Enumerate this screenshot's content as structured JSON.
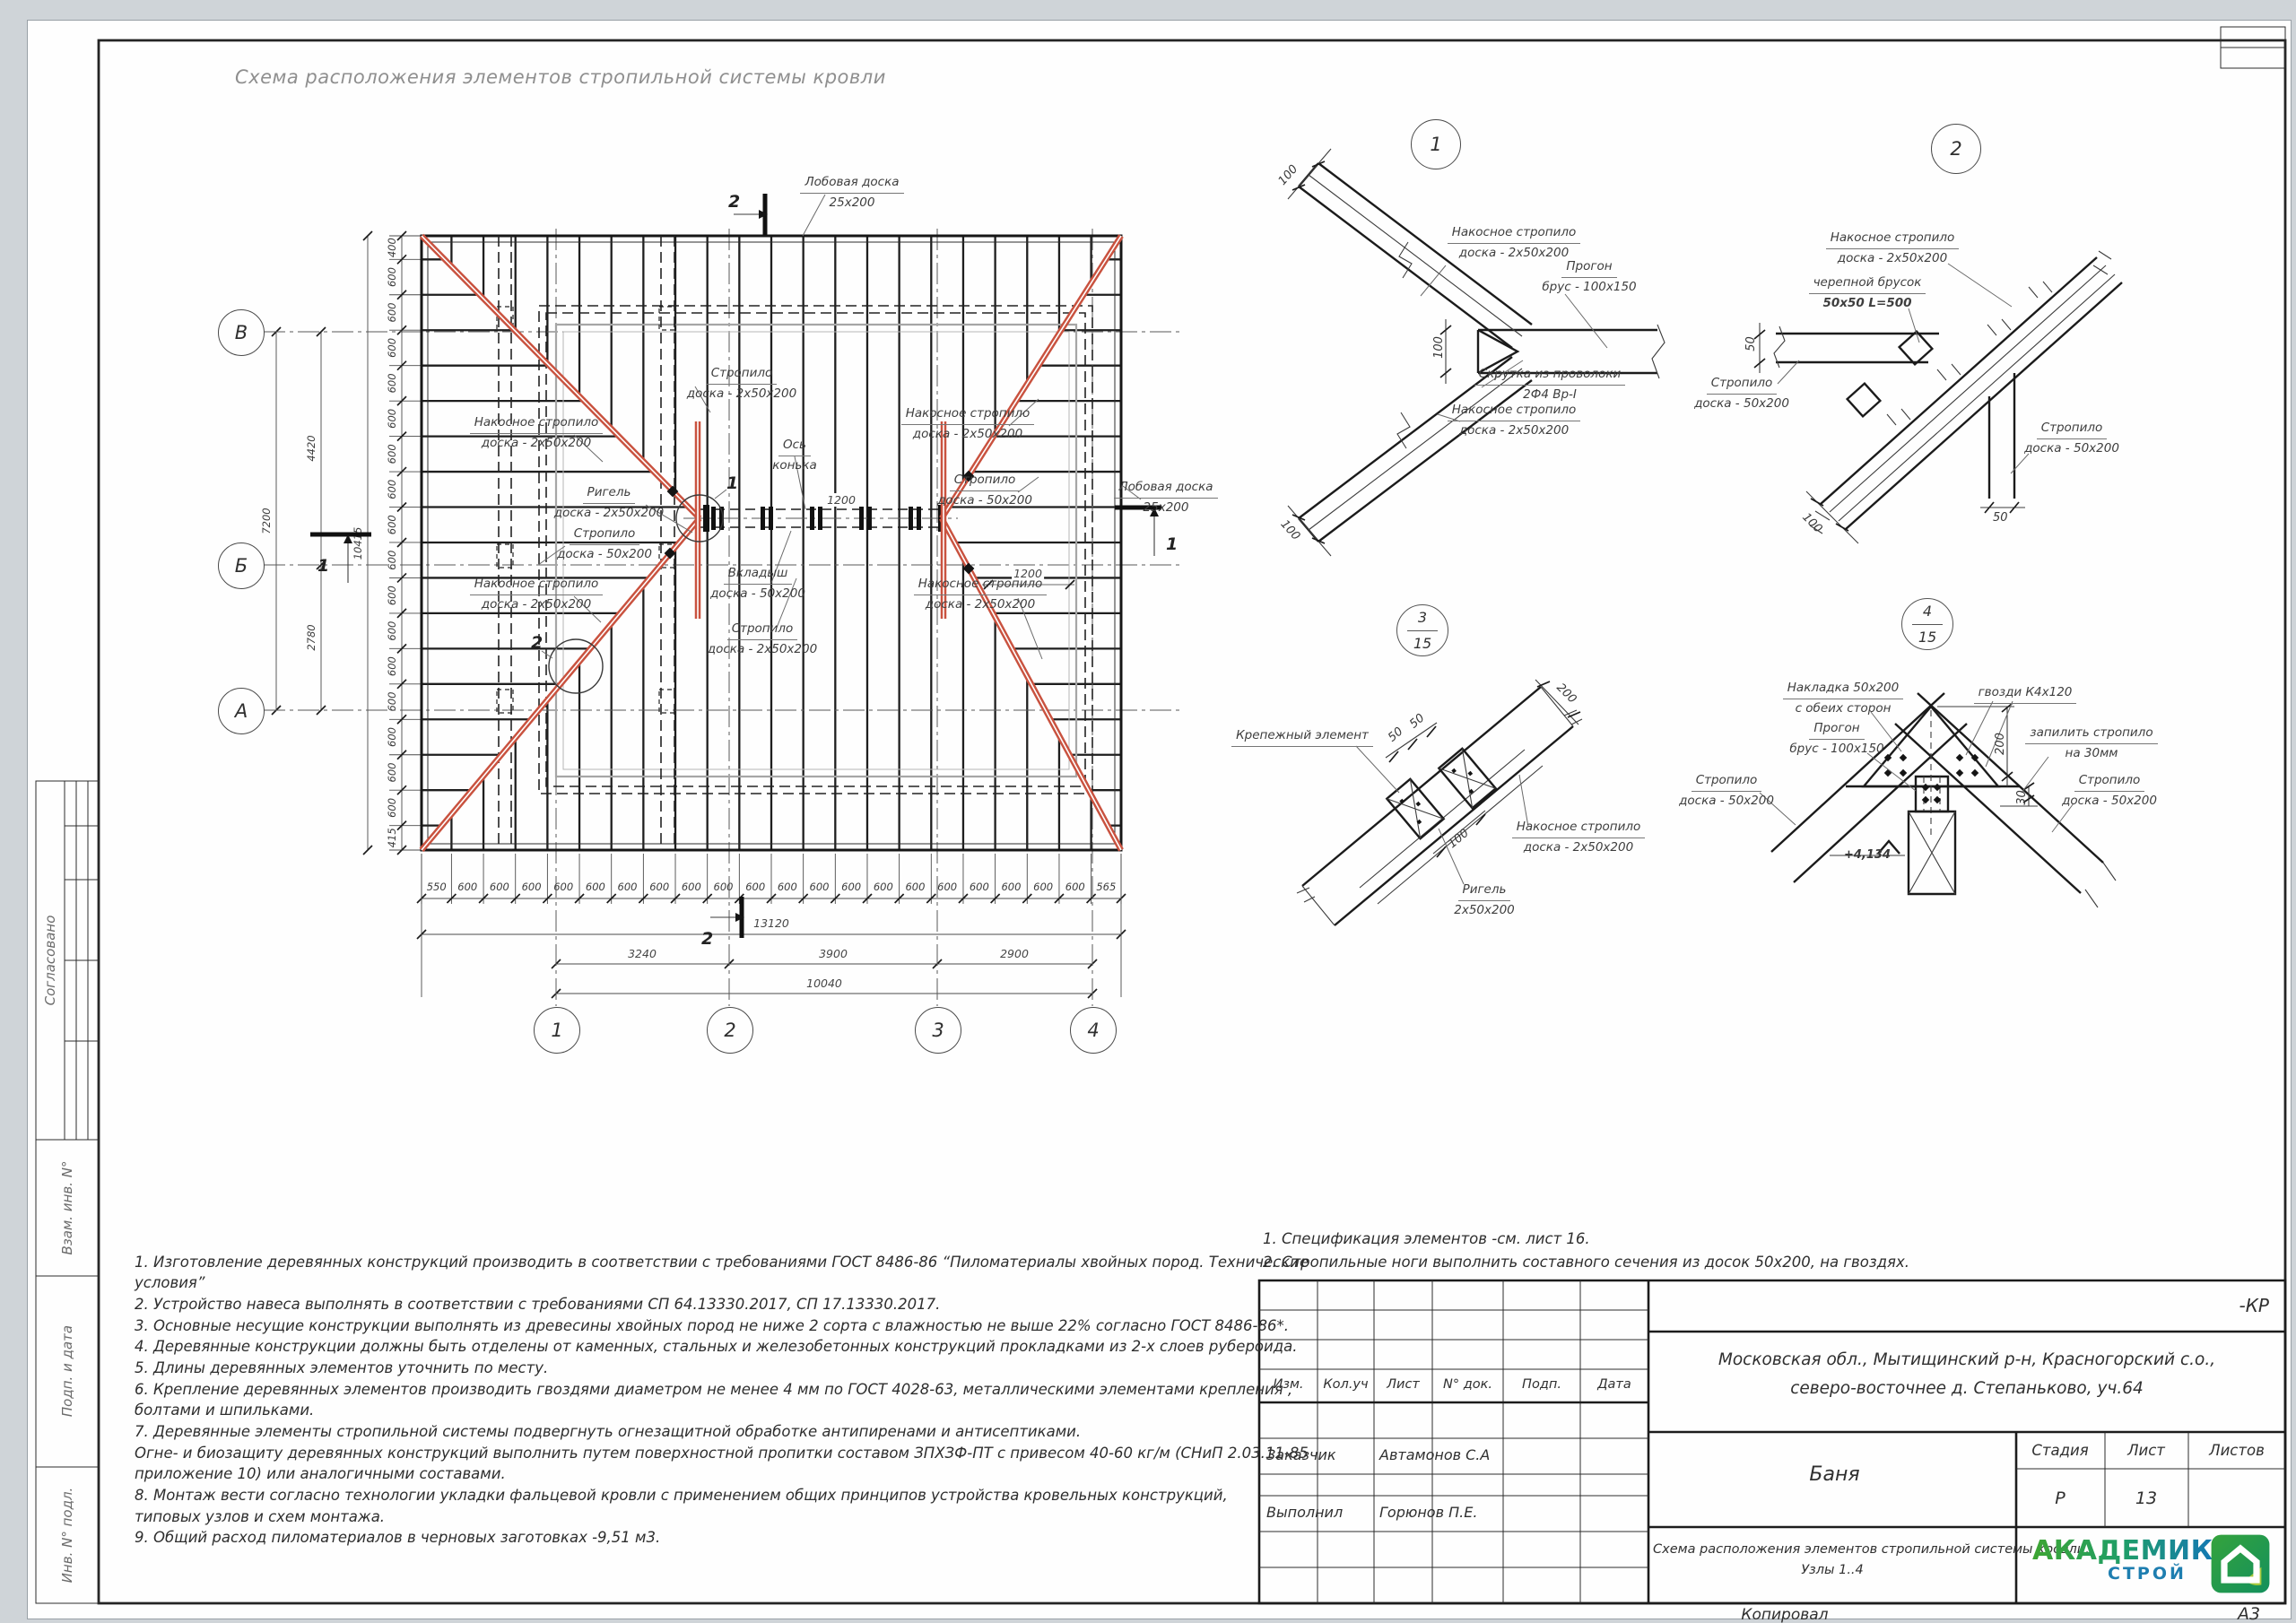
{
  "sheet": {
    "title": "Схема расположения элементов стропильной системы кровли",
    "copied": "Копировал",
    "format": "А3",
    "doc_code": "-КР"
  },
  "sidebar": {
    "approved": "Согласовано",
    "subst": "Взам. инв. N°",
    "sign_date": "Подп. и дата",
    "inv_no": "Инв. N° подл."
  },
  "plan": {
    "axes_rows": [
      "В",
      "Б",
      "А"
    ],
    "axes_cols": [
      "1",
      "2",
      "3",
      "4"
    ],
    "section_top": "2",
    "section_bottom": "2",
    "section_left": "1",
    "section_right": "1",
    "node1": "1",
    "node2": "2",
    "dim_left": [
      "400",
      "600",
      "600",
      "600",
      "600",
      "600",
      "600",
      "600",
      "600",
      "600",
      "600",
      "600",
      "600",
      "600",
      "600",
      "600",
      "600",
      "415"
    ],
    "dim_left_total": "10415",
    "dim_v_segments": [
      "4420",
      "2780"
    ],
    "dim_v_total": "7200",
    "dim_bottom": [
      "550",
      "600",
      "600",
      "600",
      "600",
      "600",
      "600",
      "600",
      "600",
      "600",
      "600",
      "600",
      "600",
      "600",
      "600",
      "600",
      "600",
      "600",
      "600",
      "600",
      "600",
      "565"
    ],
    "dim_bottom_total": "13120",
    "dim_axis_segments": [
      "3240",
      "3900",
      "2900"
    ],
    "dim_axis_total": "10040",
    "dim_1200_left": "1200",
    "dim_1200_right": "1200",
    "labels": [
      {
        "l1": "Стропило",
        "l2": "доска - 2х50х200"
      },
      {
        "l1": "Накосное стропило",
        "l2": "доска - 2х50х200"
      },
      {
        "l1": "Ось",
        "l2": "конька"
      },
      {
        "l1": "Ригель",
        "l2": "доска - 2х50х200"
      },
      {
        "l1": "Стропило",
        "l2": "доска - 50х200"
      },
      {
        "l1": "Накосное стропило",
        "l2": "доска - 2х50х200"
      },
      {
        "l1": "Вкладыш",
        "l2": "доска - 50х200"
      },
      {
        "l1": "Стропило",
        "l2": "доска - 2х50х200"
      },
      {
        "l1": "Накосное стропило",
        "l2": "доска - 2х50х200"
      },
      {
        "l1": "Стропило",
        "l2": "доска - 50х200"
      },
      {
        "l1": "Лобовая доска",
        "l2": "25х200"
      },
      {
        "l1": "Лобовая доска",
        "l2": "25х200"
      },
      {
        "l1": "Накосное стропило",
        "l2": "доска - 2х50х200"
      }
    ]
  },
  "details": [
    {
      "num": "1",
      "labels": [
        {
          "l1": "Накосное стропило",
          "l2": "доска - 2х50х200"
        },
        {
          "l1": "Прогон",
          "l2": "брус - 100х150"
        },
        {
          "l1": "Скрутка из проволоки",
          "l2": "2Ф4 Вр-I"
        },
        {
          "l1": "Накосное стропило",
          "l2": "доска - 2х50х200"
        }
      ],
      "dims": [
        "100",
        "100",
        "100"
      ]
    },
    {
      "num": "2",
      "labels": [
        {
          "l1": "Накосное стропило",
          "l2": "доска - 2х50х200"
        },
        {
          "l1": "черепной брусок",
          "l2": "50х50 L=500"
        },
        {
          "l1": "Стропило",
          "l2": "доска - 50х200"
        },
        {
          "l1": "Стропило",
          "l2": "доска - 50х200"
        }
      ],
      "dims": [
        "50",
        "100",
        "50"
      ]
    },
    {
      "num": "3",
      "sheet": "15",
      "labels": [
        {
          "l1": "Крепежный элемент",
          "l2": ""
        },
        {
          "l1": "Накосное стропило",
          "l2": "доска - 2х50х200"
        },
        {
          "l1": "Ригель",
          "l2": "2х50х200"
        }
      ],
      "dims": [
        "50",
        "50",
        "200",
        "100"
      ]
    },
    {
      "num": "4",
      "sheet": "15",
      "labels": [
        {
          "l1": "Накладка 50х200",
          "l2": "с обеих сторон"
        },
        {
          "l1": "гвозди К4х120",
          "l2": ""
        },
        {
          "l1": "Прогон",
          "l2": "брус - 100х150"
        },
        {
          "l1": "запилить стропило",
          "l2": "на 30мм"
        },
        {
          "l1": "Стропило",
          "l2": "доска - 50х200"
        },
        {
          "l1": "Стропило",
          "l2": "доска - 50х200"
        }
      ],
      "dims": [
        "200",
        "30"
      ],
      "elevation": "+4,134"
    }
  ],
  "notes_left": [
    "1. Изготовление деревянных конструкций производить в соответствии с требованиями ГОСТ 8486-86 “Пиломатериалы хвойных пород. Технические",
    "условия”",
    "2.  Устройство навеса выполнять в соответствии с требованиями СП 64.13330.2017, СП 17.13330.2017.",
    "3. Основные несущие конструкции выполнять из древесины хвойных пород не ниже 2 сорта с влажностью не выше 22% согласно ГОСТ 8486-86*.",
    "4.  Деревянные конструкции должны быть отделены от каменных, стальных и железобетонных конструкций прокладками из 2-х слоев рубероида.",
    "5.  Длины деревянных элементов уточнить по месту.",
    "6.  Крепление деревянных элементов производить гвоздями диаметром не менее 4 мм по ГОСТ 4028-63, металлическими элементами крепления ,",
    "болтами и шпильками.",
    "7. Деревянные элементы стропильной системы подвергнуть огнезащитной обработке антипиренами и антисептиками.",
    "Огне- и биозащиту деревянных конструкций выполнить путем поверхностной пропитки составом ЗПХЗФ-ПТ с привесом 40-60 кг/м  (СНиП 2.03.11-85",
    "приложение 10) или аналогичными составами.",
    "8. Монтаж вести согласно технологии укладки фальцевой кровли с применением общих принципов устройства кровельных конструкций,",
    "типовых узлов и схем монтажа.",
    "9. Общий расход пиломатериалов в черновых заготовках -9,51 м3."
  ],
  "notes_right": [
    "1. Спецификация элементов -см. лист 16.",
    "2. Стропильные ноги выполнить составного сечения из досок 50х200, на гвоздях."
  ],
  "titleblock": {
    "cols": [
      "Изм.",
      "Кол.уч",
      "Лист",
      "N° док.",
      "Подп.",
      "Дата"
    ],
    "customer_label": "Заказчик",
    "customer": "Автамонов С.А",
    "executor_label": "Выполнил",
    "executor": "Горюнов П.Е.",
    "location1": "Московская обл., Мытищинский р-н, Красногорский с.о.,",
    "location2": "северо-восточнее д. Степаньково, уч.64",
    "object": "Баня",
    "stage_label": "Стадия",
    "stage": "Р",
    "sheet_label": "Лист",
    "sheet_no": "13",
    "sheets_label": "Листов",
    "doc_title1": "Схема расположения элементов стропильной системы кровли.",
    "doc_title2": "Узлы 1..4",
    "logo1": "АКАДЕМИК",
    "logo2": "СТРОЙ"
  }
}
